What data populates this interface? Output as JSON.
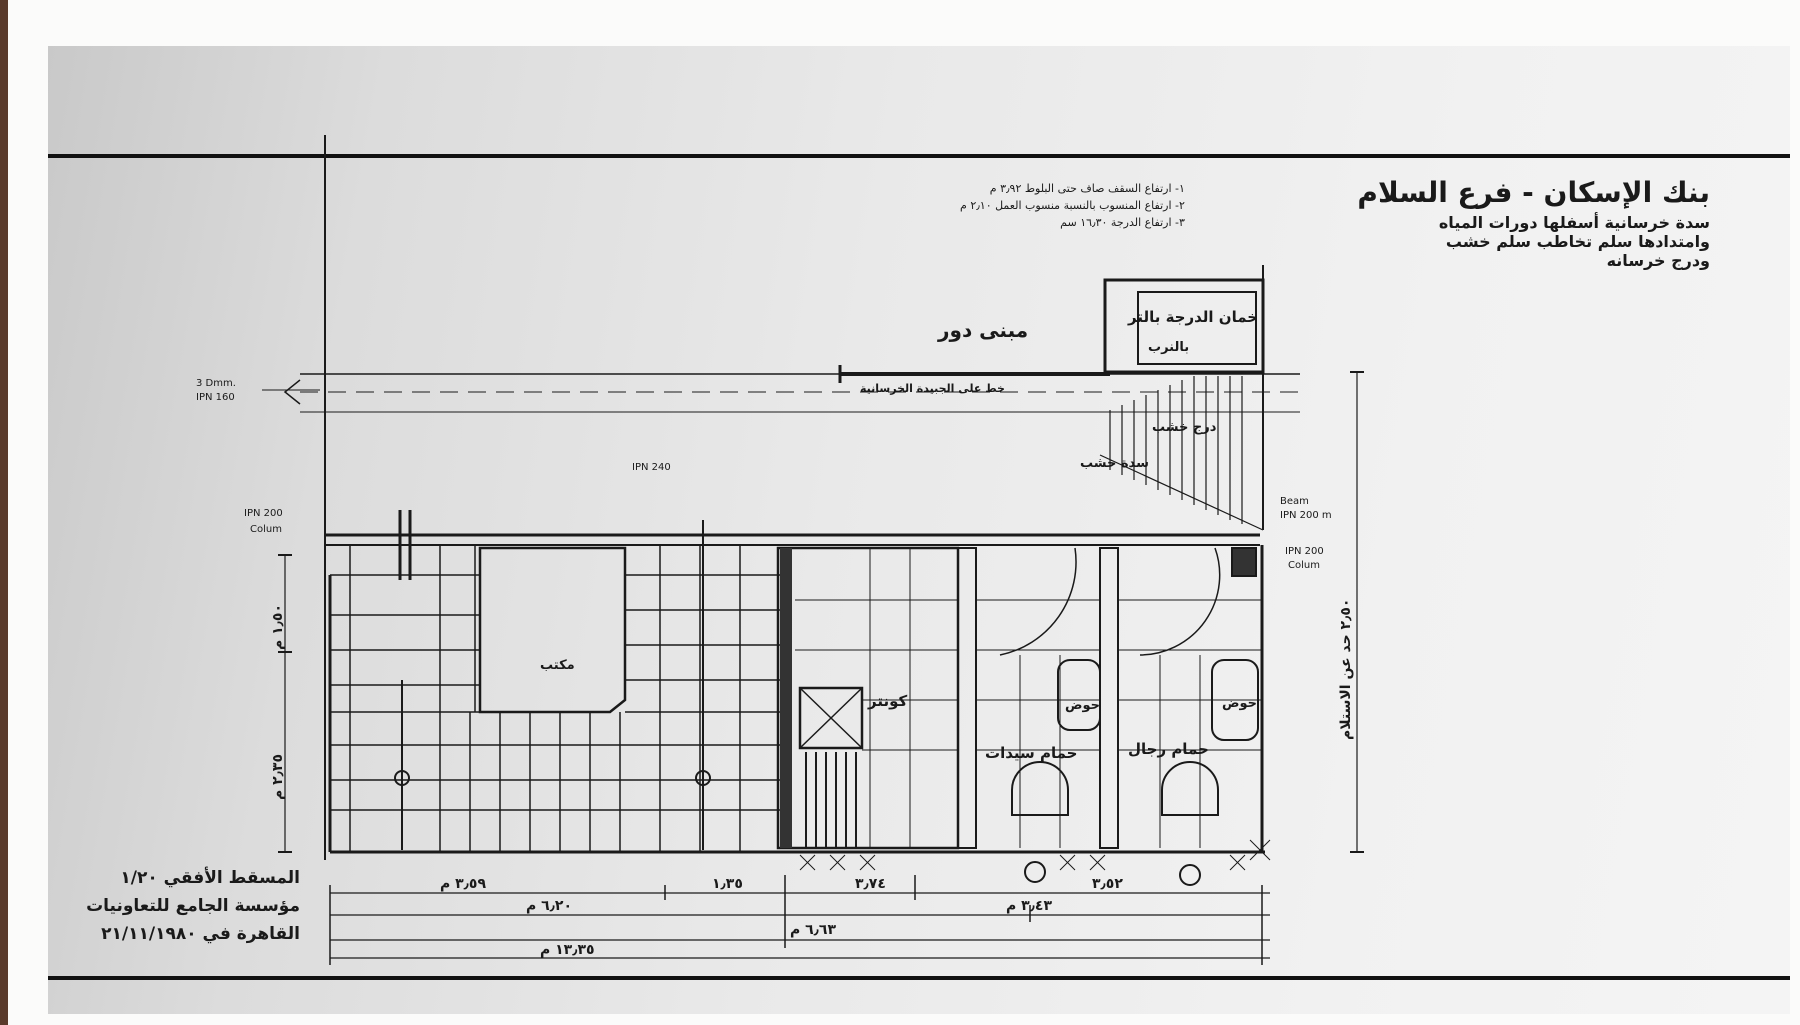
{
  "title_block": {
    "line1": "بنك الإسكان - فرع السلام",
    "line2": "سدة خرسانية أسفلها دورات المياه",
    "line3": "وامتدادها سلم تخاطب سلم خشب",
    "line4": "ودرج خرسانه"
  },
  "notes": [
    "١- ارتفاع السقف صاف حتى البلوط ٣٫٩٢ م",
    "٢- ارتفاع المنسوب بالنسبة منسوب العمل ٢٫١٠ م",
    "٣- ارتفاع الدرجة ١٦٫٣٠ سم"
  ],
  "labels": {
    "street_side": "مبنى دور",
    "stair_title": "خمان الدرجة بالتر",
    "stair_sub": "بالنرب",
    "stair_wood_1": "درج خشب",
    "stair_wood_2": "سدة خشب",
    "beam_note": "خط على الجبيدة الخرسانية",
    "beam_dim_1": "3 Dmm.",
    "beam_dim_2": "IPN 160",
    "ipn_top": "IPN 240",
    "col_left_1": "IPN 200",
    "col_left_2": "Colum",
    "col_right_1": "Beam",
    "col_right_2": "IPN 200 m",
    "col_right_3": "IPN 200",
    "col_right_4": "Colum",
    "toilet_w": "حمام سيدات",
    "toilet_m": "حمام رجال",
    "sink": "حوض",
    "counter": "كونتر",
    "office": "مكتب",
    "vert_dim_left_1": "١٫٥٠ م",
    "vert_dim_left_2": "٢٫٣٥ م",
    "vert_dim_right": "٢٫٥٠ حد عن الاستلام"
  },
  "dimensions": {
    "d1": "٣٫٥٩ م",
    "d2": "١٫٣٥",
    "d3": "٣٫٧٤",
    "d4": "٣٫٥٢",
    "d5": "٦٫٢٠ م",
    "d6": "٣٫٤٣ م",
    "d7": "٦٫٦٣ م",
    "d8": "١٣٫٣٥ م"
  },
  "caption": {
    "line1": "المسقط الأفقي ١/٢٠",
    "line2": "مؤسسة الجامع للتعاونيات",
    "line3": "القاهرة في ٢١/١١/١٩٨٠"
  }
}
